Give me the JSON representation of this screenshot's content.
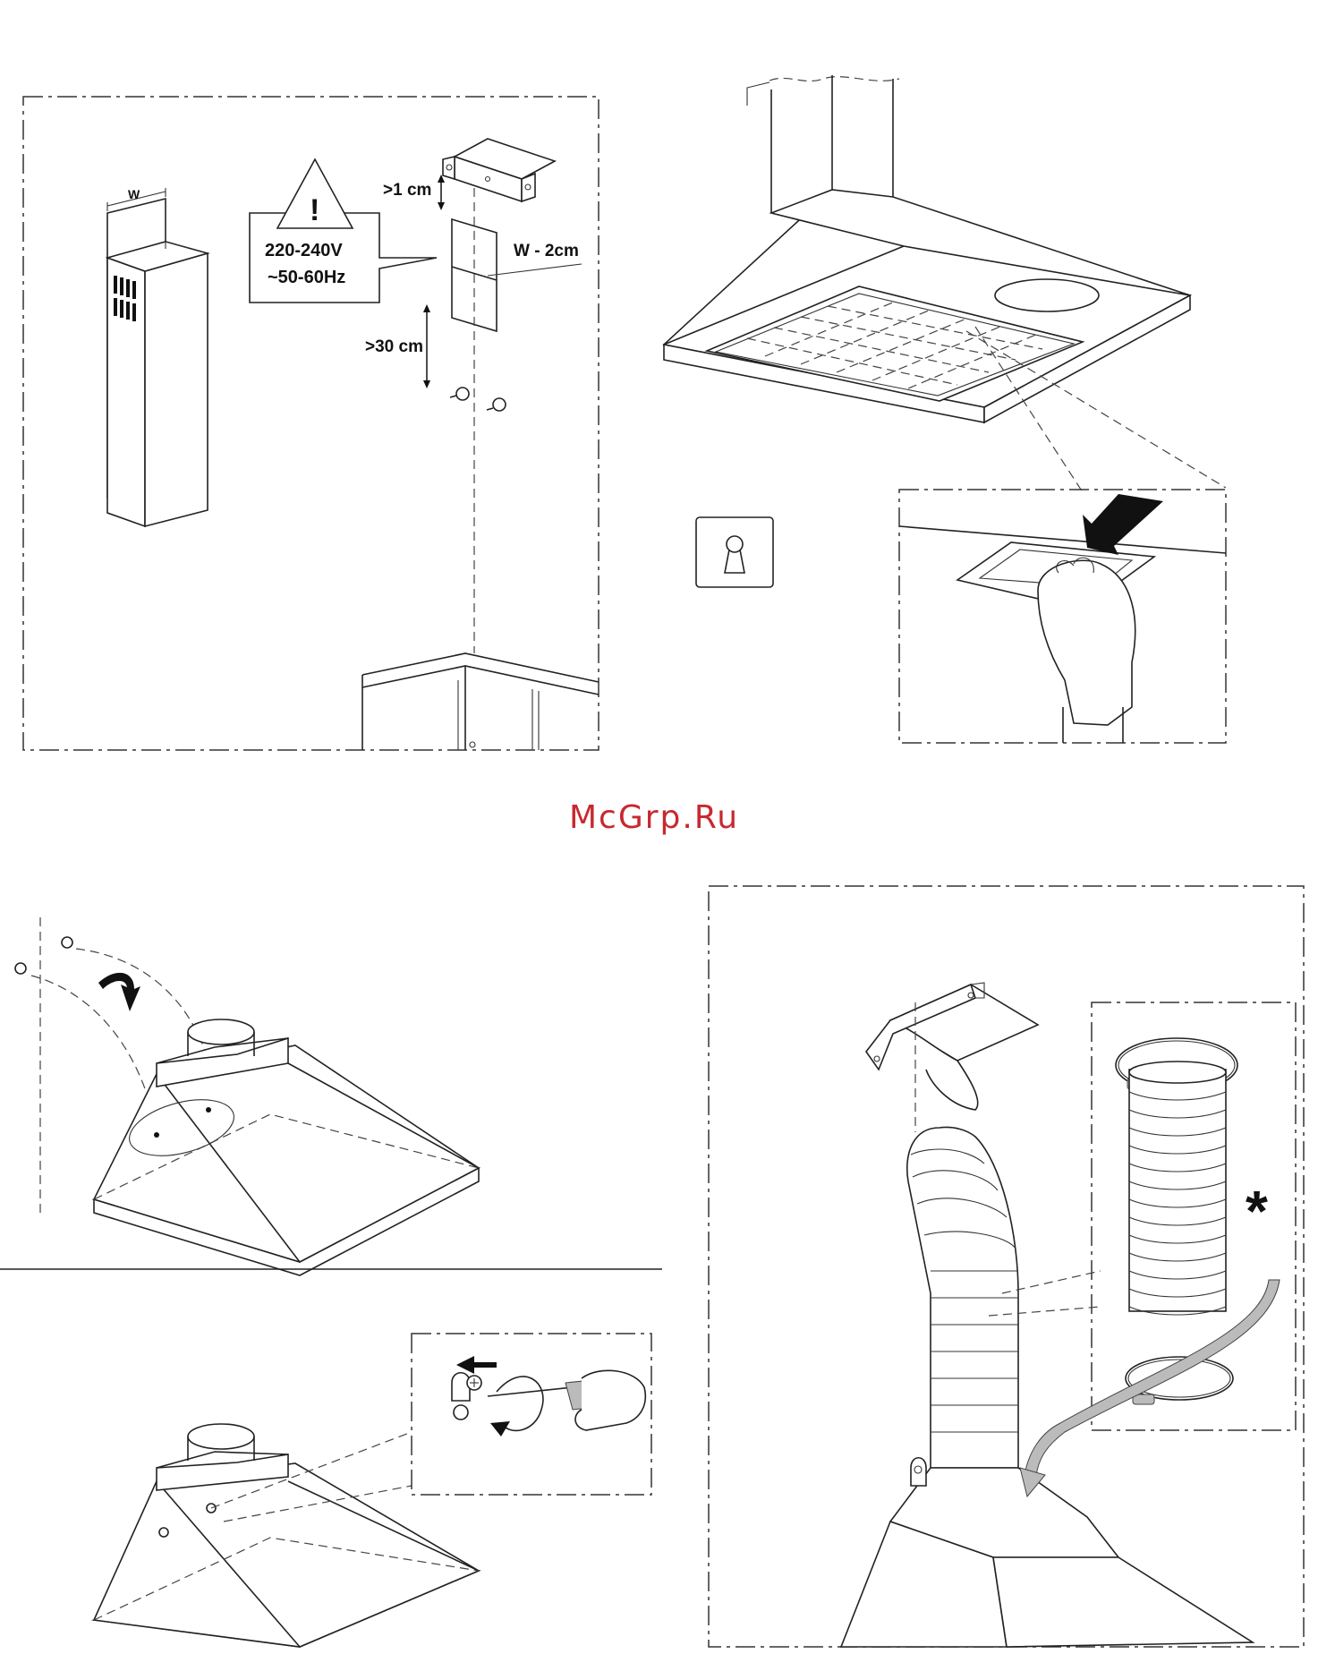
{
  "watermark": "McGrp.Ru",
  "panel_top_left": {
    "chimney_width_label": "W",
    "warning": {
      "symbol": "!",
      "voltage": "220-240V",
      "frequency": "~50-60Hz"
    },
    "gap_top_label": ">1 cm",
    "width_label": "W - 2cm",
    "gap_bottom_label": ">30 cm"
  },
  "panel_right_lower": {
    "optional_marker": "*"
  },
  "icons": {
    "lock": "unlock-icon",
    "warning": "warning-triangle-icon"
  }
}
